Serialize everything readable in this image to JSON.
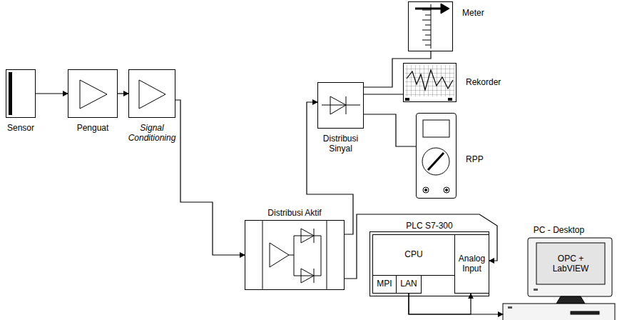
{
  "diagram": {
    "nodes": [
      {
        "text": [
          "Sensor"
        ]
      },
      {
        "text": [
          "Penguat"
        ]
      },
      {
        "text": [
          "Signal Conditioning"
        ]
      },
      {
        "text": [
          "Distribusi Sinyal"
        ]
      },
      {
        "text": [
          "Meter"
        ]
      },
      {
        "text": [
          "Rekorder"
        ]
      },
      {
        "text": [
          "RPP"
        ]
      },
      {
        "text": [
          "Distribusi Aktif"
        ]
      },
      {
        "text": [
          "PLC S7-300"
        ]
      },
      {
        "text": [
          "CPU"
        ],
        "in": 8
      },
      {
        "text": [
          "Analog Input"
        ],
        "in": 8
      },
      {
        "text": [
          "MPI"
        ],
        "in": 8
      },
      {
        "text": [
          "LAN"
        ],
        "in": 8
      },
      {
        "text": [
          "PC - Desktop",
          "OPC + LabVIEW"
        ]
      }
    ],
    "edges": [
      {
        "from": 0,
        "to": 1,
        "arrow": "to"
      },
      {
        "from": 1,
        "to": 2,
        "arrow": "to"
      },
      {
        "from": 2,
        "to": 7,
        "arrow": "to"
      },
      {
        "from": 7,
        "to": 3,
        "arrow": "to"
      },
      {
        "from": 3,
        "to": 4,
        "arrow": "none"
      },
      {
        "from": 3,
        "to": 5,
        "arrow": "none"
      },
      {
        "from": 3,
        "to": 6,
        "arrow": "none"
      },
      {
        "from": 7,
        "to": 10,
        "arrow": "to"
      },
      {
        "from": 12,
        "to": 13,
        "arrow": "to"
      },
      {
        "from": 12,
        "to": 10,
        "arrow": "to"
      }
    ]
  }
}
